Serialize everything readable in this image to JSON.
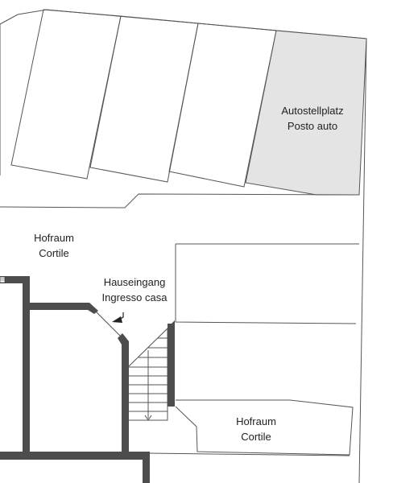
{
  "labels": {
    "parking": {
      "line1": "Autostellplatz",
      "line2": "Posto auto"
    },
    "courtyard_top": {
      "line1": "Hofraum",
      "line2": "Cortile"
    },
    "entrance": {
      "line1": "Hauseingang",
      "line2": "Ingresso casa"
    },
    "courtyard_bottom": {
      "line1": "Hofraum",
      "line2": "Cortile"
    }
  },
  "colors": {
    "line": "#555555",
    "wall": "#4d4d4d",
    "parking_fill": "#e4e4e4",
    "background": "#ffffff"
  }
}
